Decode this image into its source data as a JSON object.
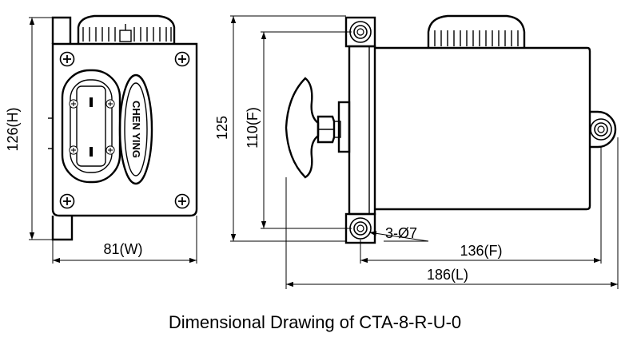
{
  "drawing": {
    "caption": "Dimensional Drawing of CTA-8-R-U-0",
    "brand_logo": "CHEN YING",
    "dimensions": {
      "height_total": "126(H)",
      "width": "81(W)",
      "height_side": "125",
      "flange_height": "110(F)",
      "flange_length": "136(F)",
      "length_total": "186(L)",
      "holes": "3-Ø7"
    }
  }
}
